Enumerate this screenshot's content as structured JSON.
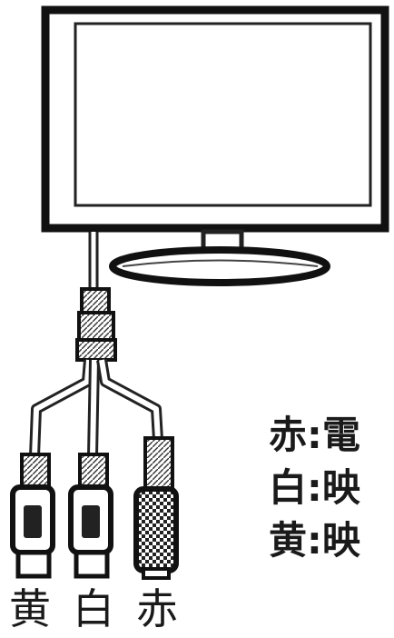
{
  "legend": [
    {
      "color": "赤",
      "sep": ":",
      "desc": "電"
    },
    {
      "color": "白",
      "sep": ":",
      "desc": "映"
    },
    {
      "color": "黄",
      "sep": ":",
      "desc": "映"
    }
  ],
  "plug_labels": {
    "yellow": "黄",
    "white": "白",
    "red": "赤"
  }
}
